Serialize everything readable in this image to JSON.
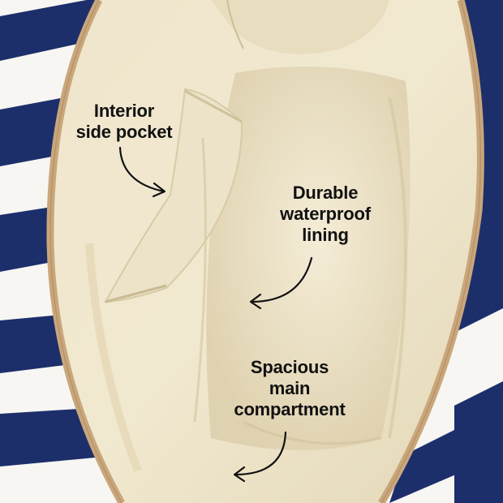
{
  "image": {
    "subject": "open-striped-tote-bag-interior",
    "colors": {
      "navy_stripe": "#1c2f6b",
      "white_stripe": "#f7f6f2",
      "lining": "#ece2c6",
      "lining_shadow": "#d9cca8",
      "zipper_tape": "#c9a77b",
      "annotation_text": "#111111"
    }
  },
  "annotations": [
    {
      "lines": [
        "Interior",
        "side pocket"
      ]
    },
    {
      "lines": [
        "Durable",
        "waterproof",
        "lining"
      ]
    },
    {
      "lines": [
        "Spacious",
        "main",
        "compartment"
      ]
    }
  ]
}
